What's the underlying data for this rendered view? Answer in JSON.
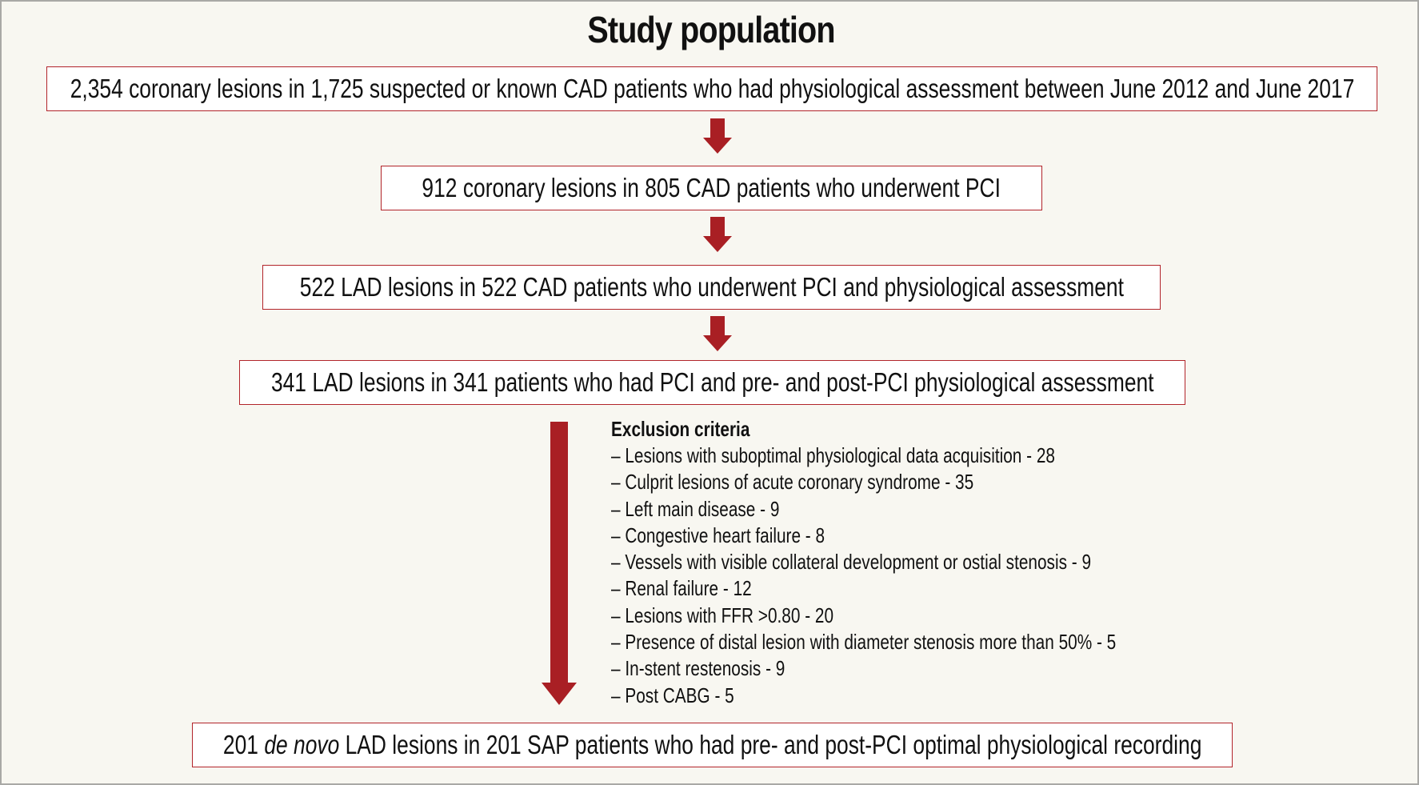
{
  "title": "Study population",
  "steps": [
    {
      "text": "2,354 coronary lesions in 1,725 suspected or known CAD patients who had physiological assessment between June 2012 and June 2017"
    },
    {
      "text": "912 coronary lesions in 805 CAD patients who underwent PCI"
    },
    {
      "text": "522 LAD lesions in 522 CAD patients who underwent PCI and physiological assessment"
    },
    {
      "text": "341 LAD lesions in 341 patients who had PCI and pre- and post-PCI physiological assessment"
    }
  ],
  "exclusion": {
    "heading": "Exclusion criteria",
    "items": [
      "– Lesions with suboptimal physiological data acquisition - 28",
      "– Culprit lesions of acute coronary syndrome - 35",
      "– Left main disease - 9",
      "– Congestive heart failure - 8",
      "– Vessels with visible collateral development or ostial stenosis - 9",
      "– Renal failure - 12",
      "– Lesions with FFR >0.80 - 20",
      "– Presence of distal lesion with diameter stenosis more than 50% - 5",
      "– In-stent restenosis - 9",
      "– Post CABG - 5"
    ]
  },
  "final": {
    "prefix": "201 ",
    "italic": "de novo",
    "suffix": " LAD lesions in 201 SAP patients who had pre- and post-PCI optimal physiological recording"
  },
  "colors": {
    "arrow": "#a91f24",
    "box_border": "#b2242a",
    "background": "#f8f7f1"
  }
}
